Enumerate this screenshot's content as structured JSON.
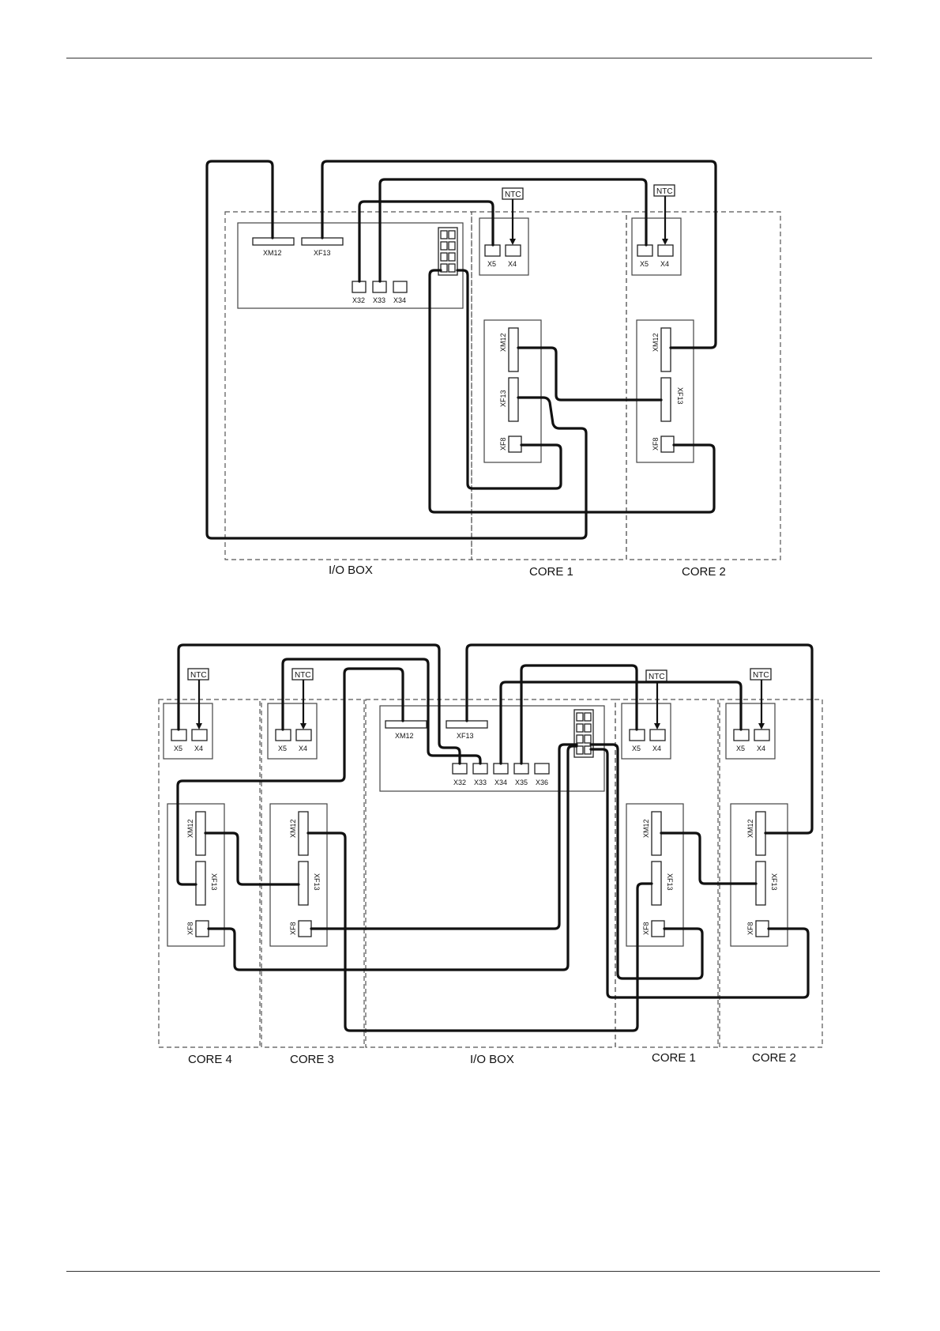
{
  "diagram1": {
    "zones": [
      "I/O BOX",
      "CORE 1",
      "CORE 2"
    ],
    "io_connectors": [
      "XM12",
      "XF13",
      "X32",
      "X33",
      "X34"
    ],
    "core_connectors": {
      "x5": "X5",
      "x4": "X4",
      "xm12": "XM12",
      "xf13": "XF13",
      "xf8": "XF8"
    },
    "ntc": "NTC"
  },
  "diagram2": {
    "zones": [
      "CORE 4",
      "CORE 3",
      "I/O BOX",
      "CORE 1",
      "CORE 2"
    ],
    "io_connectors": [
      "XM12",
      "XF13",
      "X32",
      "X33",
      "X34",
      "X35",
      "X36"
    ],
    "core_connectors": {
      "x5": "X5",
      "x4": "X4",
      "xm12": "XM12",
      "xf13": "XF13",
      "xf8": "XF8"
    },
    "ntc": "NTC"
  }
}
